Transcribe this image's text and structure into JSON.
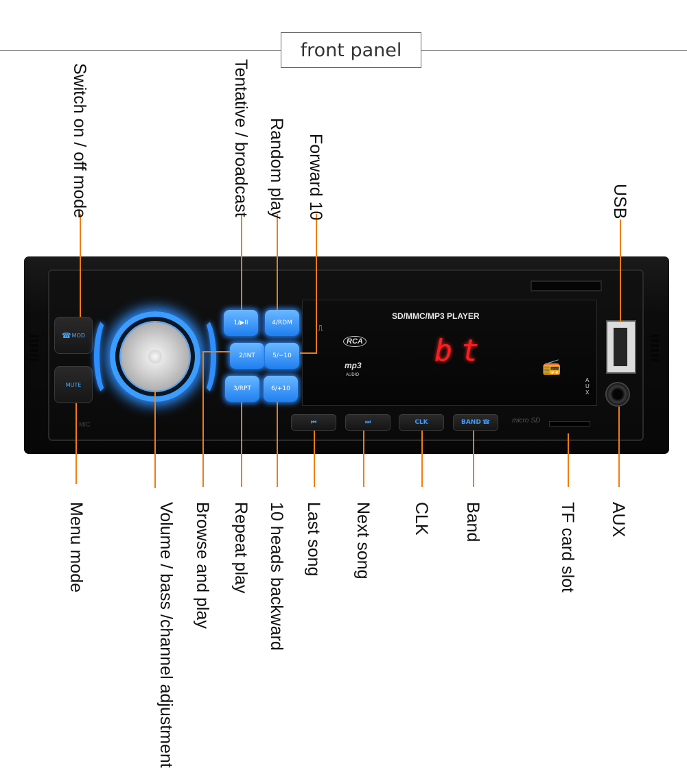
{
  "title": "front panel",
  "labels_top": {
    "power": "Switch on / off mode",
    "btn1": "Tentative / broadcast",
    "btn4": "Random play",
    "btn5": "Forward 10",
    "usb": "USB"
  },
  "labels_bottom": {
    "mute": "Menu mode",
    "knob_line1": "Volume / bass /",
    "knob_line2": "channel adjustment",
    "btn2": "Browse and play",
    "btn3": "Repeat play",
    "btn6": "10 heads backward",
    "prev": "Last song",
    "next": "Next song",
    "clk": "CLK",
    "band": "Band",
    "tf": "TF card slot",
    "aux": "AUX"
  },
  "device": {
    "mod_label": "MOD",
    "mute_label": "MUTE",
    "mic_label": "MIC",
    "buttons": {
      "b1": "1/▶II",
      "b2": "2/INT",
      "b3": "3/RPT",
      "b4": "4/RDM",
      "b5": "5/−10",
      "b6": "6/+10"
    },
    "display_title": "SD/MMC/MP3 PLAYER",
    "display_digits": "bt",
    "rca": "RCA",
    "mp3": "mp3",
    "audio": "AUDIO",
    "aux_mark": "AUX",
    "bottom_buttons": {
      "prev": "⏮",
      "next": "⏭",
      "clk": "CLK",
      "band": "BAND"
    },
    "micro_sd": "micro SD"
  },
  "colors": {
    "leader": "#f07d12",
    "button_blue": "#2b88ff",
    "display_red": "#ff1e1e"
  }
}
